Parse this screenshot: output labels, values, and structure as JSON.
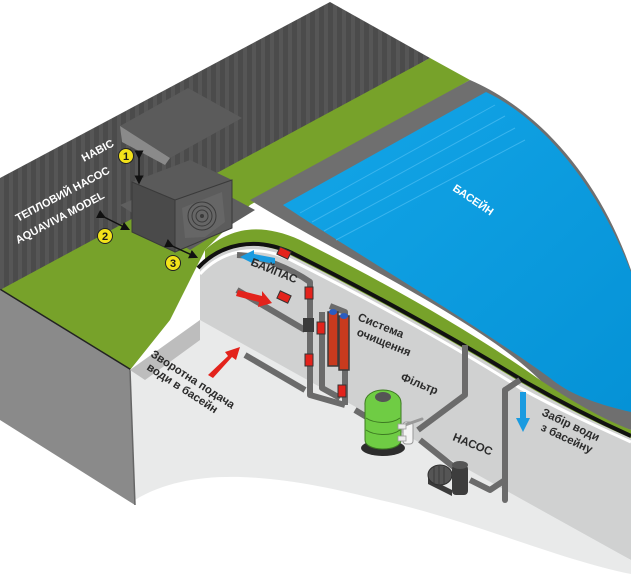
{
  "diagram": {
    "title": "Pool heat pump installation scheme",
    "labels": {
      "canopy": "НАВІС",
      "heat_pump_line1": "ТЕПЛОВИЙ НАСОС",
      "heat_pump_line2": "AQUAVIVA MODEL",
      "pool": "БАСЕЙН",
      "bypass": "БАЙПАС",
      "treatment_line1": "Система",
      "treatment_line2": "очищення",
      "filter": "Фільтр",
      "pump": "НАСОС",
      "return_line1": "Зворотна подача",
      "return_line2": "води в басейн",
      "intake_line1": "Забір води",
      "intake_line2": "з басейну"
    },
    "clearance_markers": [
      {
        "number": "1",
        "meaning": "clearance above unit"
      },
      {
        "number": "2",
        "meaning": "clearance behind unit"
      },
      {
        "number": "3",
        "meaning": "clearance at side of unit"
      }
    ],
    "icons": {
      "flow_in": "red-arrow",
      "flow_out": "blue-arrow",
      "valve": "red-valve"
    },
    "colors": {
      "grass": "#77a22a",
      "wall": "#4e4e4e",
      "pool_water": "#0a9de0",
      "pool_edge": "#6f6f6f",
      "pit_floor": "#e9eaea",
      "pit_wall": "#cfd0d0",
      "pipe": "#6b6b6b",
      "valve": "#e3231c",
      "arrow_red": "#e3231c",
      "arrow_blue": "#1a9be0",
      "filter_green": "#6fcc44",
      "badge_yellow": "#f3e21a"
    }
  }
}
